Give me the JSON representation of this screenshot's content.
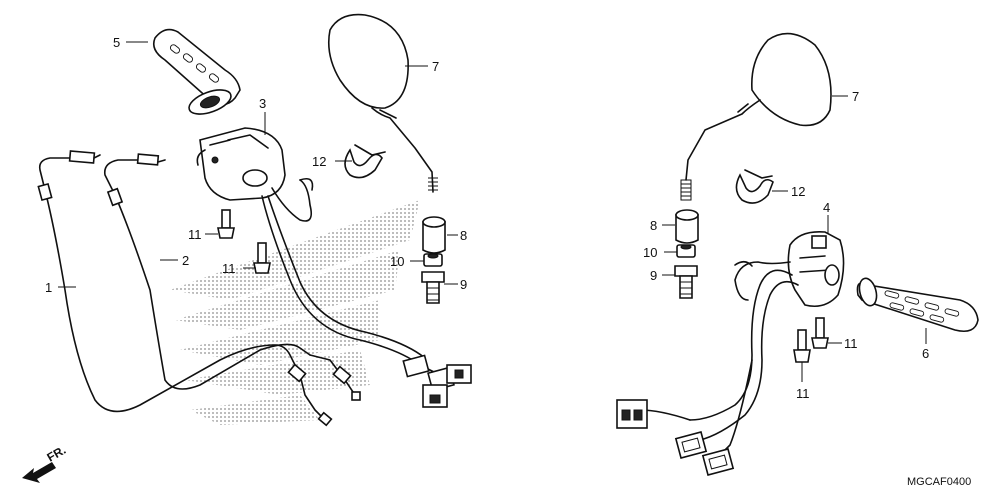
{
  "diagram_code": "MGCAF0400",
  "front_marker": "FR.",
  "callouts": {
    "left_cable_1": "1",
    "left_cable_2": "2",
    "left_switch_3": "3",
    "left_grip_5": "5",
    "left_mirror_7": "7",
    "left_weight_8": "8",
    "left_nut_10": "10",
    "left_bolt_9": "9",
    "left_screw_11_a": "11",
    "left_screw_11_b": "11",
    "left_band_12": "12",
    "right_mirror_7": "7",
    "right_band_12": "12",
    "right_switch_4": "4",
    "right_weight_8": "8",
    "right_nut_10": "10",
    "right_bolt_9": "9",
    "right_screw_11_a": "11",
    "right_screw_11_b": "11",
    "right_grip_6": "6"
  }
}
